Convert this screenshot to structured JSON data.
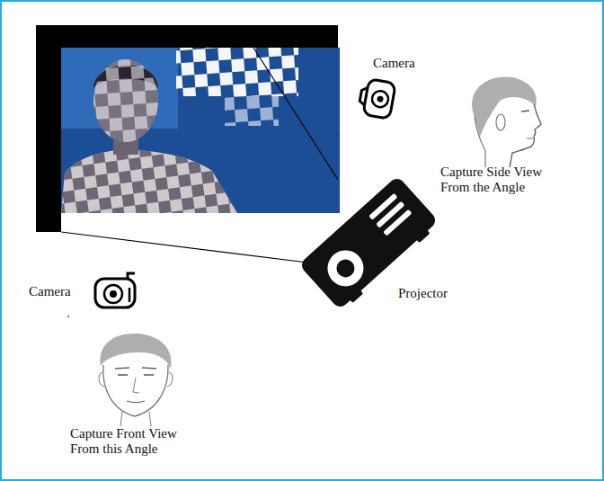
{
  "diagram": {
    "labels": [
      "Camera",
      "Capture Side View From the Angle",
      "Camera",
      "Projector",
      "Capture Front View From this Angle"
    ]
  }
}
